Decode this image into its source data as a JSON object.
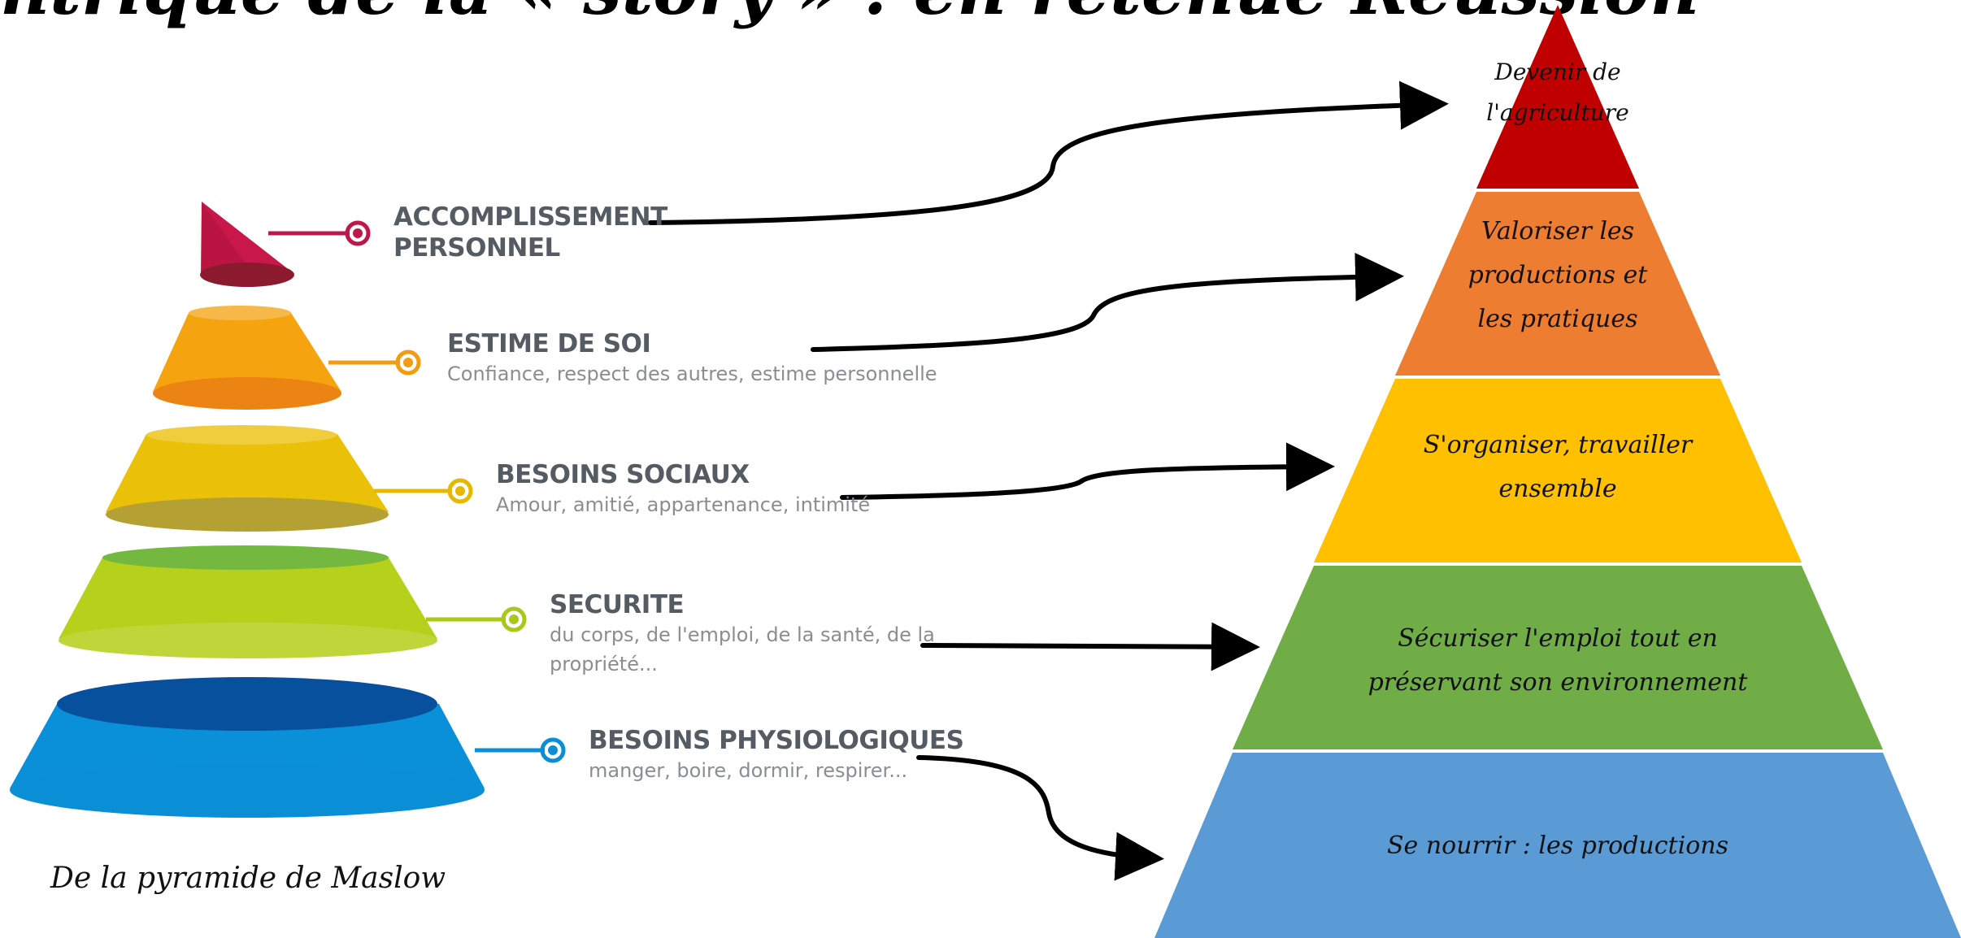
{
  "title": "ntrique de la « story » : en retenue Réussion",
  "maslow": {
    "levels": [
      {
        "heading": "ACCOMPLISSEMENT",
        "heading2": "PERSONNEL",
        "sub": "",
        "color": "#c0174a"
      },
      {
        "heading": "ESTIME DE SOI",
        "heading2": "",
        "sub": "Confiance, respect des autres, estime personnelle",
        "color": "#f39c12"
      },
      {
        "heading": "BESOINS SOCIAUX",
        "heading2": "",
        "sub": "Amour, amitié, appartenance, intimité",
        "color": "#e6b800"
      },
      {
        "heading": "SECURITE",
        "heading2": "",
        "sub": "du corps, de l'emploi, de la santé, de la",
        "sub2": "propriété...",
        "color": "#a8c81a"
      },
      {
        "heading": "BESOINS PHYSIOLOGIQUES",
        "heading2": "",
        "sub": "manger, boire, dormir, respirer...",
        "color": "#0a8fd6"
      }
    ]
  },
  "pyramid": {
    "tiers": [
      {
        "text": "Devenir de l'agriculture",
        "color": "#c00000"
      },
      {
        "text": "Valoriser les productions et les pratiques",
        "color": "#ed7d31"
      },
      {
        "text": "S'organiser, travailler ensemble",
        "color": "#ffc000"
      },
      {
        "text": "Sécuriser l'emploi tout en préservant son environnement",
        "color": "#70ad47"
      },
      {
        "text": "Se nourrir : les productions",
        "color": "#5b9bd5"
      }
    ]
  },
  "caption": "De la pyramide de Maslow"
}
